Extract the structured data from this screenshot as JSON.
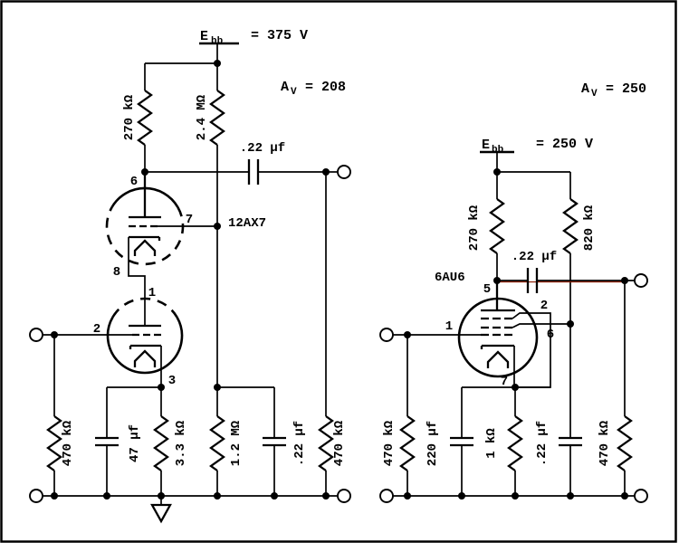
{
  "figure_type": "vacuum-tube-amplifier-schematic",
  "colors": {
    "ink": "#000000",
    "background": "#ffffff",
    "scan_artifact_red": "#8b1a00"
  },
  "left": {
    "supply": {
      "sym": "E",
      "sub": "bb",
      "eq": "= 375 V"
    },
    "gain": {
      "sym": "A",
      "sub": "V",
      "eq": "= 208"
    },
    "tube_label": "12AX7",
    "labels": {
      "r_plate": "270 kΩ",
      "r_grid": "2.4 MΩ",
      "c_coupling": ".22 µf",
      "r_input": "470 kΩ",
      "c_cathode": "47 µf",
      "r_cathode": "3.3 kΩ",
      "r_divider": "1.2 MΩ",
      "c_bypass": ".22 µf",
      "r_load": "470 kΩ"
    },
    "pins": {
      "plate_upper": "6",
      "grid_upper": "7",
      "cathode_upper": "8",
      "plate_lower": "1",
      "grid_lower": "2",
      "cathode_lower": "3"
    }
  },
  "right": {
    "supply": {
      "sym": "E",
      "sub": "bb",
      "eq": "= 250 V"
    },
    "gain": {
      "sym": "A",
      "sub": "V",
      "eq": "= 250"
    },
    "tube_label": "6AU6",
    "labels": {
      "r_plate": "270 kΩ",
      "r_screen": "820 kΩ",
      "c_coupling": ".22 µf",
      "r_input": "470 kΩ",
      "c_cathode": "220 µf",
      "r_cathode": "1 kΩ",
      "c_screen": ".22 µf",
      "r_load": "470 kΩ"
    },
    "pins": {
      "plate": "5",
      "suppressor": "2",
      "control_grid": "1",
      "screen": "6",
      "cathode": "7"
    }
  }
}
